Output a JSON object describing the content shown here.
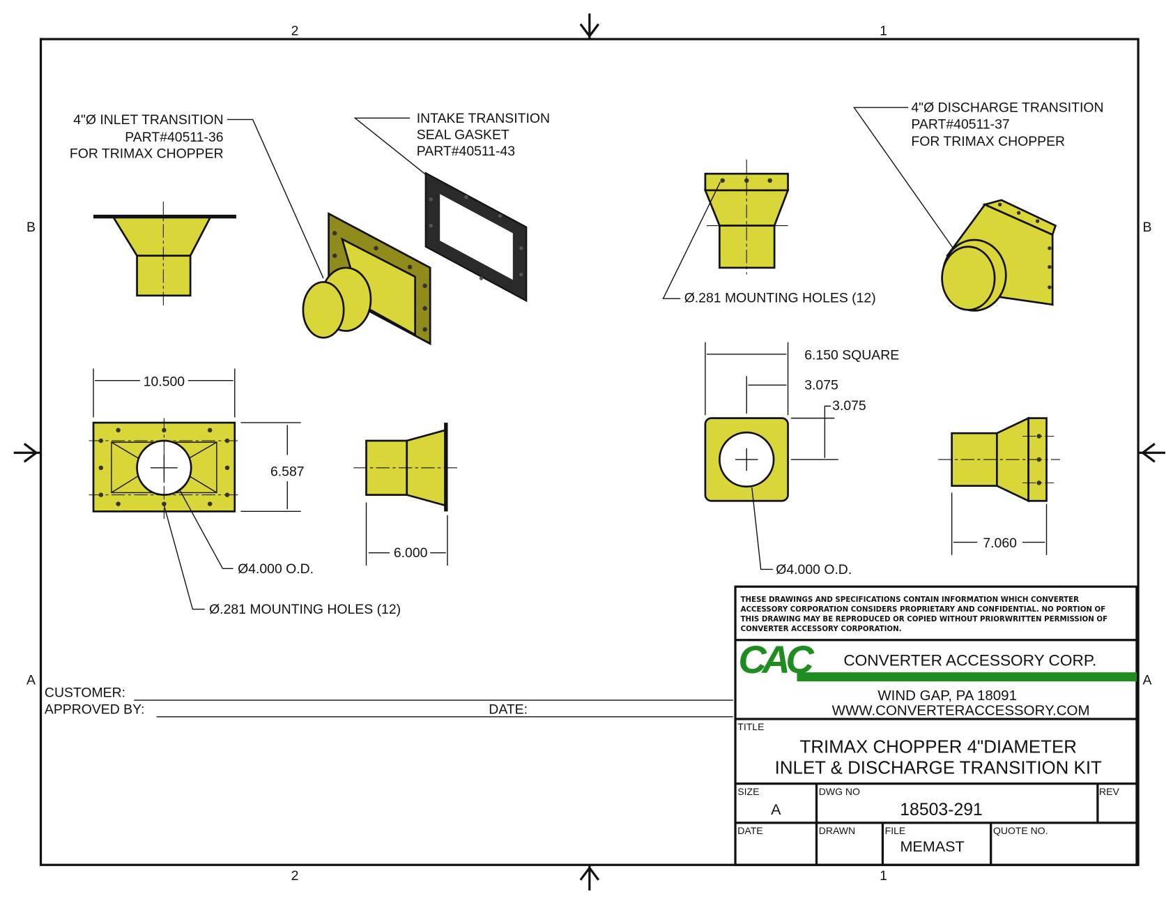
{
  "zones": {
    "top_left": "2",
    "top_right": "1",
    "bottom_left": "2",
    "bottom_right": "1",
    "left_upper": "B",
    "left_lower": "A",
    "right_upper": "B",
    "right_lower": "A"
  },
  "callouts": {
    "inlet": [
      "4\"Ø INLET TRANSITION",
      "PART#40511-36",
      "FOR TRIMAX CHOPPER"
    ],
    "gasket": [
      "INTAKE TRANSITION",
      "SEAL GASKET",
      "PART#40511-43"
    ],
    "discharge": [
      "4\"Ø DISCHARGE TRANSITION",
      "PART#40511-37",
      "FOR TRIMAX CHOPPER"
    ],
    "discharge_holes": "Ø.281 MOUNTING HOLES (12)",
    "inlet_od": "Ø4.000 O.D.",
    "inlet_holes": "Ø.281 MOUNTING HOLES  (12)",
    "discharge_od": "Ø4.000 O.D."
  },
  "dimensions": {
    "inlet_width": "10.500",
    "inlet_height": "6.587",
    "inlet_depth": "6.000",
    "discharge_square": "6.150 SQUARE",
    "discharge_half_x": "3.075",
    "discharge_half_y": "3.075",
    "discharge_depth": "7.060"
  },
  "signoff": {
    "customer": "CUSTOMER:",
    "approved": "APPROVED BY:",
    "date": "DATE:"
  },
  "title_block": {
    "notice": [
      "THESE DRAWINGS AND SPECIFICATIONS CONTAIN INFORMATION WHICH CONVERTER",
      "ACCESSORY CORPORATION CONSIDERS PROPRIETARY AND CONFIDENTIAL.  NO PORTION OF",
      "THIS DRAWING MAY BE REPRODUCED OR COPIED WITHOUT PRIORWRITTEN PERMISSION OF",
      "CONVERTER ACCESSORY CORPORATION."
    ],
    "logo": "CAC",
    "company": "CONVERTER ACCESSORY CORP.",
    "address": "WIND GAP, PA 18091",
    "website": "WWW.CONVERTERACCESSORY.COM",
    "title_label": "TITLE",
    "title_lines": [
      "TRIMAX CHOPPER 4\"DIAMETER",
      "INLET & DISCHARGE TRANSITION KIT"
    ],
    "size_label": "SIZE",
    "size": "A",
    "dwg_label": "DWG NO",
    "dwg_no": "18503-291",
    "rev_label": "REV",
    "date_label": "DATE",
    "drawn_label": "DRAWN",
    "file_label": "FILE",
    "file": "MEMAST",
    "quote_label": "QUOTE NO."
  },
  "colors": {
    "part": "#d9d63a",
    "logo": "#1e8c1e",
    "gasket": "#2a2a2a"
  }
}
